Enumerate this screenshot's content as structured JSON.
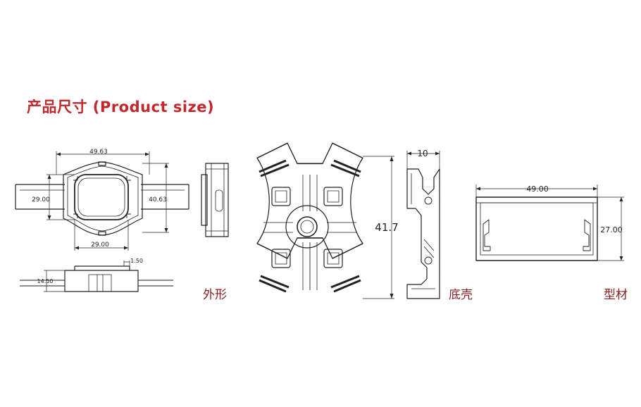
{
  "title": "产品尺寸 (Product size)",
  "module": {
    "width": "49.63",
    "height": "40.63",
    "inner_height": "29.00",
    "inner_width": "29.00",
    "lens_offset": "1.50",
    "thickness": "14.50"
  },
  "housing": {
    "height": "41.7"
  },
  "base": {
    "width": "10"
  },
  "profile": {
    "width": "49.00",
    "height": "27.00"
  },
  "captions": {
    "outline": "外形",
    "base_shell": "底壳",
    "profile": "型材"
  },
  "colors": {
    "title": "#c0282c",
    "caption": "#8a1f1f",
    "line": "#222222"
  }
}
